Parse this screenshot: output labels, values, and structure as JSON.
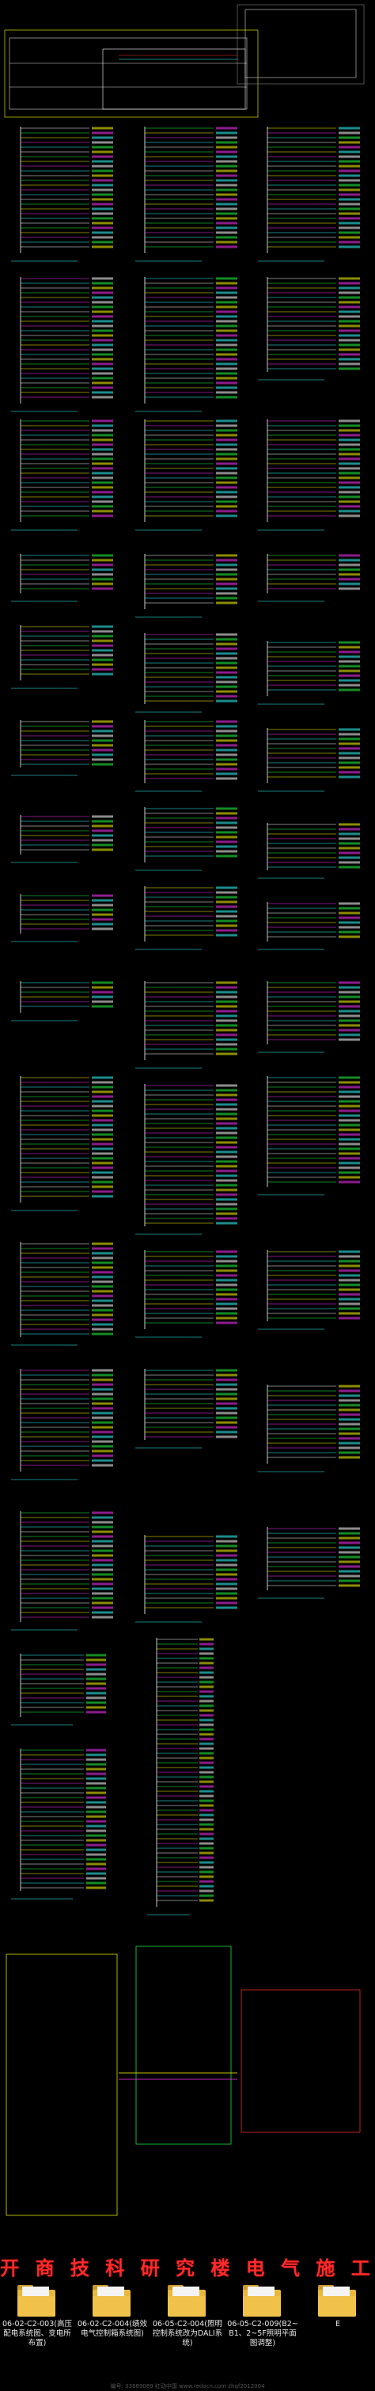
{
  "watermark": "开 商 技 科 研 究 楼 电 气 施 工 图",
  "files": [
    {
      "name": "06-02-C2-003(高压配电系统图、变电所布置)"
    },
    {
      "name": "06-02-C2-004(绩效电气控制箱系统图)"
    },
    {
      "name": "06-05-C2-004(照明控制系统改为DALI系统)"
    },
    {
      "name": "06-05-C2-009(B2~B1、2~5F照明平面图调整)"
    },
    {
      "name": "E"
    }
  ],
  "footer": "编号: 33889089  红动中国 www.redocn.com  zhqf2012004",
  "colors": {
    "background": "#000000",
    "line_white": "#ffffff",
    "line_green": "#22ff44",
    "line_yellow": "#ffff00",
    "line_magenta": "#ff33ff",
    "line_cyan": "#33ffff",
    "line_red": "#ff3333",
    "folder": "#e8b83a"
  },
  "icons": {
    "file": "folder-icon"
  }
}
